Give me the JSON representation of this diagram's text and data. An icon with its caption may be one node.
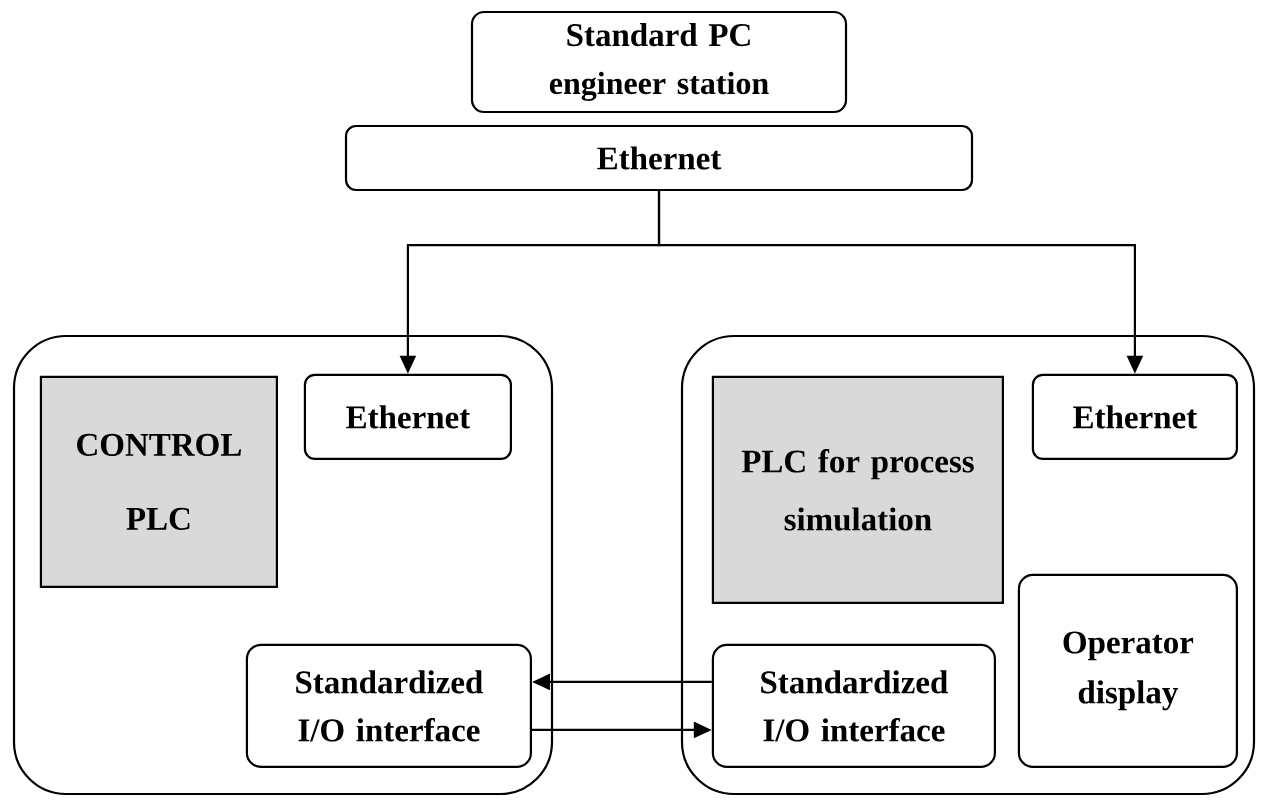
{
  "diagram": {
    "nodes": [
      {
        "text": [
          "Standard PC",
          "engineer station"
        ]
      },
      {
        "text": [
          "Ethernet"
        ]
      },
      {
        "text": [],
        "shape": "box"
      },
      {
        "text": [
          "CONTROL PLC"
        ],
        "in": 2
      },
      {
        "text": [
          "Ethernet"
        ],
        "in": 2
      },
      {
        "text": [
          "Standardized I/O interface"
        ],
        "in": 2
      },
      {
        "text": [],
        "shape": "box"
      },
      {
        "text": [
          "PLC for process simulation"
        ],
        "in": 6
      },
      {
        "text": [
          "Ethernet"
        ],
        "in": 6
      },
      {
        "text": [
          "Standardized I/O interface"
        ],
        "in": 6
      },
      {
        "text": [
          "Operator display"
        ],
        "in": 6
      }
    ],
    "edges": [
      {
        "from": 1,
        "to": 4,
        "arrow": "to"
      },
      {
        "from": 1,
        "to": 8,
        "arrow": "to"
      },
      {
        "from": 9,
        "to": 5,
        "arrow": "to"
      },
      {
        "from": 5,
        "to": 9,
        "arrow": "to"
      }
    ]
  }
}
